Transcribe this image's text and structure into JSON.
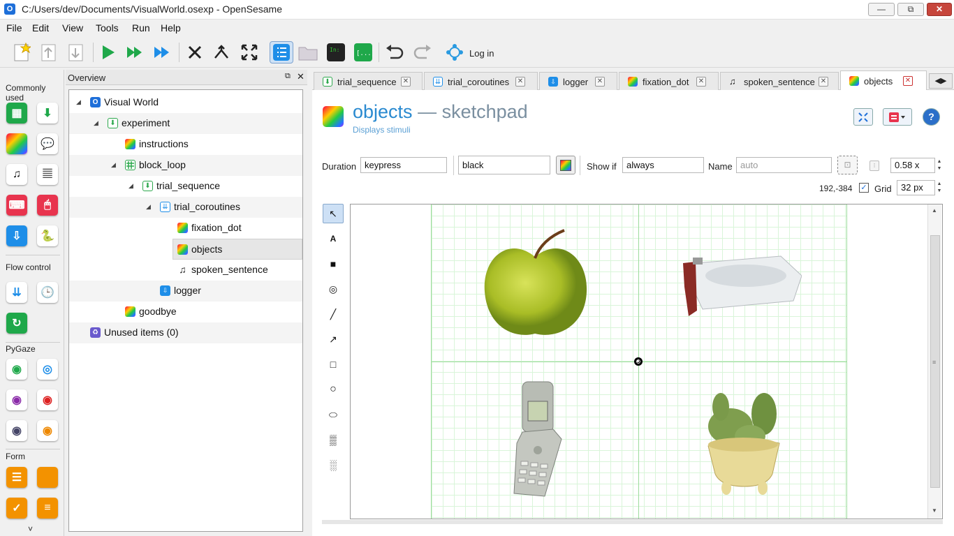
{
  "window": {
    "title": "C:/Users/dev/Documents/VisualWorld.osexp - OpenSesame",
    "app_icon_letter": "O",
    "minimize": "—",
    "maximize": "⧉",
    "close": "✕"
  },
  "menu": [
    "File",
    "Edit",
    "View",
    "Tools",
    "Run",
    "Help"
  ],
  "toolbar": {
    "login_label": "Log in",
    "console_label": "In:",
    "variables_label": "[...]"
  },
  "side_panel": {
    "common_header": "Commonly used",
    "flow_header": "Flow control",
    "pygaze_header": "PyGaze",
    "form_header": "Form",
    "more_arrow": "˅"
  },
  "overview": {
    "title": "Overview",
    "items": [
      {
        "label": "Visual World"
      },
      {
        "label": "experiment"
      },
      {
        "label": "instructions"
      },
      {
        "label": "block_loop"
      },
      {
        "label": "trial_sequence"
      },
      {
        "label": "trial_coroutines"
      },
      {
        "label": "fixation_dot"
      },
      {
        "label": "objects"
      },
      {
        "label": "spoken_sentence"
      },
      {
        "label": "logger"
      },
      {
        "label": "goodbye"
      },
      {
        "label": "Unused items (0)"
      }
    ]
  },
  "tabs": [
    {
      "label": "trial_sequence"
    },
    {
      "label": "trial_coroutines"
    },
    {
      "label": "logger"
    },
    {
      "label": "fixation_dot"
    },
    {
      "label": "spoken_sentence"
    },
    {
      "label": "objects",
      "active": true
    }
  ],
  "item": {
    "name": "objects",
    "type": "— sketchpad",
    "description": "Displays stimuli",
    "help_label": "?"
  },
  "controls": {
    "duration_label": "Duration",
    "duration_value": "keypress",
    "color_value": "black",
    "show_if_label": "Show if",
    "show_if_value": "always",
    "name_label": "Name",
    "name_placeholder": "auto",
    "zoom_value": "0.58 x",
    "cursor_pos": "192,-384",
    "grid_label": "Grid",
    "grid_checked": true,
    "grid_value": "32 px"
  },
  "drawing_tools": [
    {
      "name": "select-tool",
      "glyph": "↖"
    },
    {
      "name": "text-tool",
      "glyph": "A"
    },
    {
      "name": "image-tool",
      "glyph": "■"
    },
    {
      "name": "fixdot-tool",
      "glyph": "◎"
    },
    {
      "name": "line-tool",
      "glyph": "╱"
    },
    {
      "name": "arrow-tool",
      "glyph": "↗"
    },
    {
      "name": "rect-tool",
      "glyph": "□"
    },
    {
      "name": "circle-tool",
      "glyph": "○"
    },
    {
      "name": "ellipse-tool",
      "glyph": "⬭"
    },
    {
      "name": "gabor-tool",
      "glyph": "▒"
    },
    {
      "name": "noise-tool",
      "glyph": "░"
    }
  ],
  "colors": {
    "accent": "#2a8ad0",
    "grid_line": "#9cdc9c",
    "tab_close_active": "#cc3333"
  }
}
